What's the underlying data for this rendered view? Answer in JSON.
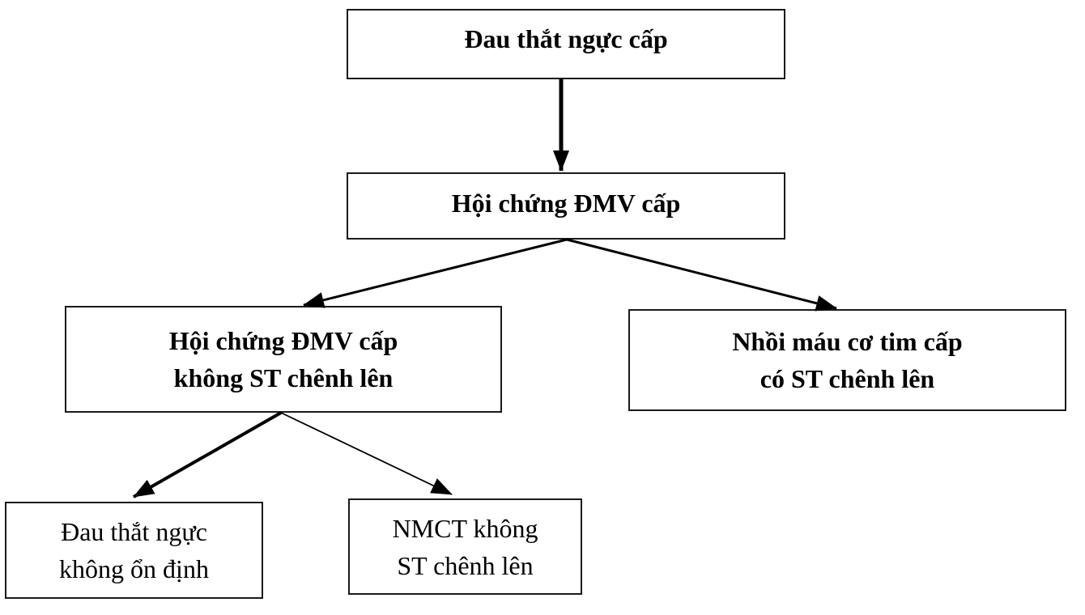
{
  "diagram": {
    "language": "Vietnamese",
    "colors": {
      "background": "#ffffff",
      "line": "#000000",
      "border": "#1a1a1a",
      "text": "#000000"
    },
    "nodes": {
      "acute_chest_pain": {
        "label": "Đau thắt ngực cấp"
      },
      "acs": {
        "label": "Hội chứng ĐMV cấp"
      },
      "nste_acs": {
        "line1": "Hội chứng ĐMV cấp",
        "line2": "không ST chênh lên"
      },
      "stemi": {
        "line1": "Nhồi máu cơ tim cấp",
        "line2": "có ST chênh lên"
      },
      "unstable_angina": {
        "line1": "Đau thắt ngực",
        "line2": "không ổn định"
      },
      "nstemi": {
        "line1": "NMCT không",
        "line2": "ST chênh lên"
      }
    },
    "edges": [
      {
        "from": "acute_chest_pain",
        "to": "acs"
      },
      {
        "from": "acs",
        "to": "nste_acs"
      },
      {
        "from": "acs",
        "to": "stemi"
      },
      {
        "from": "nste_acs",
        "to": "unstable_angina"
      },
      {
        "from": "nste_acs",
        "to": "nstemi"
      }
    ]
  }
}
